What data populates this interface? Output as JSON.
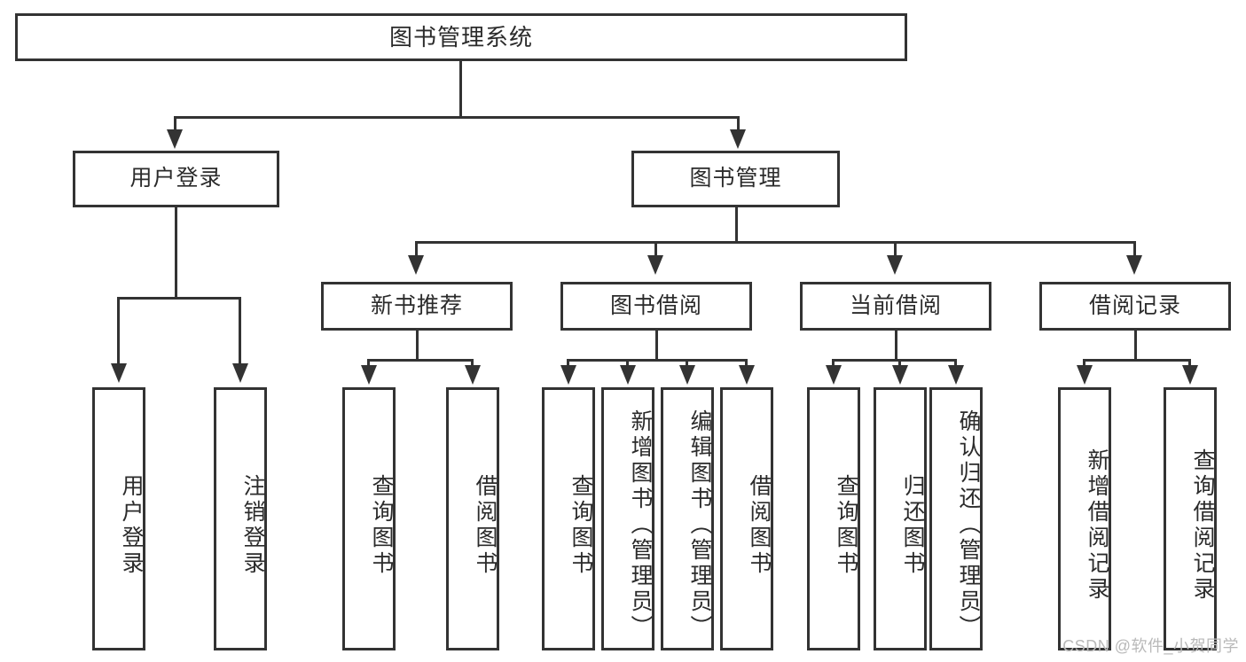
{
  "diagram": {
    "title": "图书管理系统",
    "type": "hierarchy-tree",
    "watermark": "CSDN @软件_小贺同学",
    "colors": {
      "stroke": "#333333",
      "fill": "#ffffff",
      "text": "#2b2b2b",
      "watermark": "#b9b9b9"
    },
    "levels": {
      "level1": [
        {
          "id": "root",
          "label": "图书管理系统"
        }
      ],
      "level2": [
        {
          "id": "user-login",
          "label": "用户登录"
        },
        {
          "id": "book-manage",
          "label": "图书管理"
        }
      ],
      "level3": [
        {
          "id": "new-book-recommend",
          "label": "新书推荐",
          "parent": "book-manage"
        },
        {
          "id": "book-borrow",
          "label": "图书借阅",
          "parent": "book-manage"
        },
        {
          "id": "current-borrow",
          "label": "当前借阅",
          "parent": "book-manage"
        },
        {
          "id": "borrow-record",
          "label": "借阅记录",
          "parent": "book-manage"
        }
      ],
      "leaves": [
        {
          "id": "leaf-user-login",
          "label": "用户登录",
          "parent": "user-login"
        },
        {
          "id": "leaf-user-logout",
          "label": "注销登录",
          "parent": "user-login"
        },
        {
          "id": "leaf-query-book-1",
          "label": "查询图书",
          "parent": "new-book-recommend"
        },
        {
          "id": "leaf-borrow-book-1",
          "label": "借阅图书",
          "parent": "new-book-recommend"
        },
        {
          "id": "leaf-query-book-2",
          "label": "查询图书",
          "parent": "book-borrow"
        },
        {
          "id": "leaf-add-book",
          "label": "新增图书（管理员）",
          "parent": "book-borrow"
        },
        {
          "id": "leaf-edit-book",
          "label": "编辑图书（管理员）",
          "parent": "book-borrow"
        },
        {
          "id": "leaf-borrow-book-2",
          "label": "借阅图书",
          "parent": "book-borrow"
        },
        {
          "id": "leaf-query-book-3",
          "label": "查询图书",
          "parent": "current-borrow"
        },
        {
          "id": "leaf-return-book",
          "label": "归还图书",
          "parent": "current-borrow"
        },
        {
          "id": "leaf-confirm-return",
          "label": "确认归还（管理员）",
          "parent": "current-borrow"
        },
        {
          "id": "leaf-add-record",
          "label": "新增借阅记录",
          "parent": "borrow-record"
        },
        {
          "id": "leaf-query-record",
          "label": "查询借阅记录",
          "parent": "borrow-record"
        }
      ]
    }
  }
}
